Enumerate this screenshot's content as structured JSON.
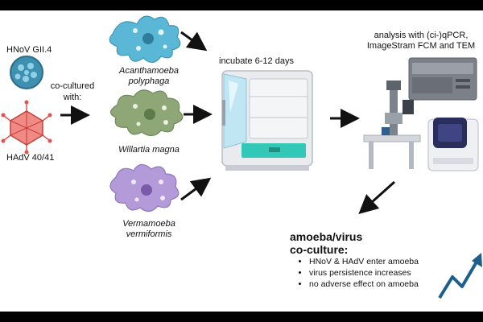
{
  "viruses": {
    "hnov_label": "HNoV GII.4",
    "hadv_label": "HAdV 40/41"
  },
  "cocultured_label": [
    "co-cultured",
    "with:"
  ],
  "amoebae": [
    {
      "name_lines": [
        "Acanthamoeba",
        "polyphaga"
      ],
      "color": "#5ab8d6"
    },
    {
      "name_lines": [
        "Willartia magna"
      ],
      "color": "#8fa776"
    },
    {
      "name_lines": [
        "Vermamoeba",
        "vermiformis"
      ],
      "color": "#b39ad8"
    }
  ],
  "incubate_label": "incubate 6-12 days",
  "analysis_label": [
    "analysis with (ci-)qPCR,",
    "ImageStram FCM and TEM"
  ],
  "result": {
    "title_lines": [
      "amoeba/virus",
      "co-culture:"
    ],
    "points": [
      "HNoV & HAdV enter amoeba",
      "virus persistence increases",
      "no adverse effect on amoeba"
    ]
  },
  "colors": {
    "hnov": "#3e8fb0",
    "hadv": "#e0534f",
    "incubator_body": "#e9ebee",
    "incubator_accent": "#33c7b8",
    "trend_arrow": "#1d5f8c"
  },
  "icons": [
    "norovirus-particle-icon",
    "adenovirus-particle-icon",
    "amoeba-cell-icon",
    "incubator-icon",
    "electron-microscope-icon",
    "qpcr-machine-icon",
    "flow-cytometer-icon",
    "trend-up-arrow-icon"
  ]
}
